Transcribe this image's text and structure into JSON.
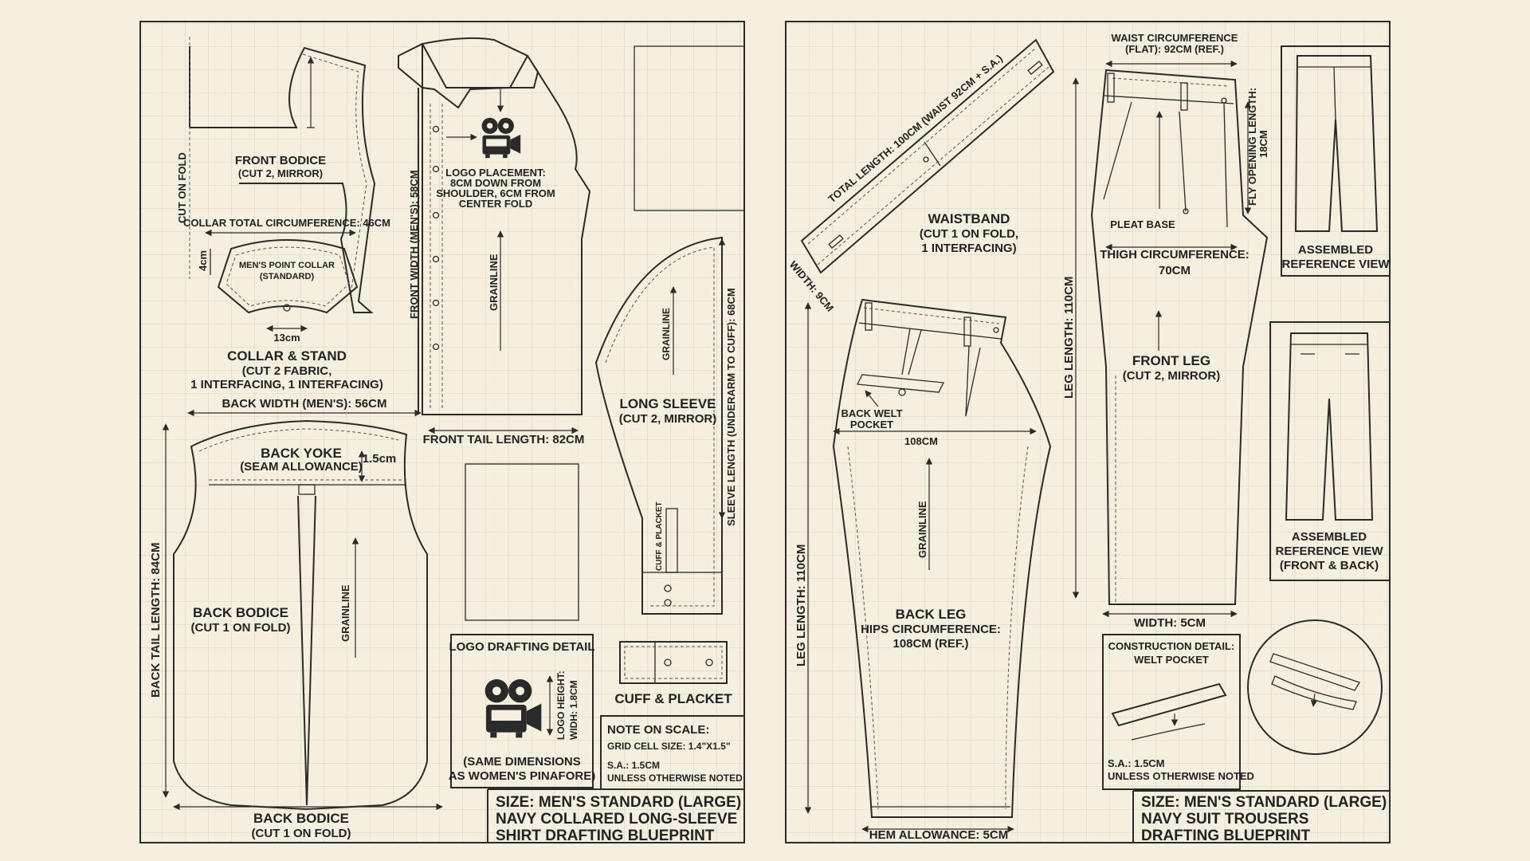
{
  "colors": {
    "paper": "#f4efde",
    "grid": "#d9d3bf",
    "ink": "#2a2a2a"
  },
  "icons": {
    "logo": "film-camera-icon"
  },
  "shirt": {
    "front_bodice": {
      "title": "FRONT BODICE",
      "sub": "(CUT 2, MIRROR)"
    },
    "cut_on_fold": "CUT ON FOLD",
    "collar_circ": "COLLAR TOTAL CIRCUMFERENCE: 46CM",
    "collar_height": "4cm",
    "collar_label_1": "MEN'S POINT COLLAR",
    "collar_label_2": "(STANDARD)",
    "collar_width": "13cm",
    "collar_title": "COLLAR & STAND",
    "collar_sub_1": "(CUT 2 FABRIC,",
    "collar_sub_2": "1 INTERFACING, 1 INTERFACING)",
    "front_width": "FRONT WIDTH (MEN'S): 58CM",
    "logo_placement_1": "LOGO PLACEMENT:",
    "logo_placement_2": "8CM DOWN FROM",
    "logo_placement_3": "SHOULDER, 6CM FROM",
    "logo_placement_4": "CENTER FOLD",
    "grainline": "GRAINLINE",
    "front_tail": "FRONT TAIL LENGTH: 82CM",
    "back_width": "BACK WIDTH (MEN'S): 56CM",
    "back_yoke": {
      "title": "BACK YOKE",
      "sub": "(SEAM ALLOWANCE)",
      "dim": "1.5cm"
    },
    "back_tail": "BACK TAIL LENGTH: 84CM",
    "back_bodice": {
      "title": "BACK BODICE",
      "sub": "(CUT 1 ON FOLD)"
    },
    "back_bodice_bottom": {
      "title": "BACK BODICE",
      "sub": "(CUT 1 ON FOLD)"
    },
    "sleeve": {
      "title": "LONG SLEEVE",
      "sub": "(CUT 2, MIRROR)",
      "length": "SLEEVE LENGTH (UNDERARM TO CUFF): 68CM",
      "placket": "CUFF & PLACKET"
    },
    "cuff_title": "CUFF & PLACKET",
    "logo_detail": {
      "title": "LOGO DRAFTING DETAIL",
      "height": "LOGO HEIGHT:",
      "width": "WIDH: 1.8CM",
      "note_1": "(SAME DIMENSIONS",
      "note_2": "AS WOMEN'S PINAFORE)"
    },
    "scale_note": {
      "title": "NOTE ON SCALE:",
      "grid": "GRID CELL SIZE: 1.4\"X1.5\"",
      "sa": "S.A.: 1.5CM",
      "unless": "UNLESS OTHERWISE NOTED"
    },
    "size_block": {
      "line1": "SIZE: MEN'S STANDARD (LARGE)",
      "line2": "NAVY COLLARED LONG-SLEEVE",
      "line3": "SHIRT DRAFTING BLUEPRINT"
    }
  },
  "trousers": {
    "waistband_total": "TOTAL LENGTH: 100CM (WAIST 92CM + S.A.)",
    "waistband_width": "WIDTH: 9CM",
    "waistband": {
      "title": "WAISTBAND",
      "sub_1": "(CUT 1 ON FOLD,",
      "sub_2": "1 INTERFACING)"
    },
    "waist_circ_1": "WAIST CIRCUMFERENCE",
    "waist_circ_2": "(FLAT): 92CM (REF.)",
    "fly_opening": "FLY OPENING LENGTH:",
    "fly_value": "18CM",
    "pleat_base": "PLEAT BASE",
    "thigh": "THIGH CIRCUMFERENCE:",
    "thigh_value": "70CM",
    "leg_length_mid": "LEG LENGTH: 110CM",
    "front_leg": {
      "title": "FRONT LEG",
      "sub": "(CUT 2, MIRROR)"
    },
    "front_width": "WIDTH: 5CM",
    "back_welt_1": "BACK WELT",
    "back_welt_2": "POCKET",
    "hips_108": "108CM",
    "grainline": "GRAINLINE",
    "back_leg": {
      "title": "BACK LEG",
      "sub_1": "HIPS CIRCUMFERENCE:",
      "sub_2": "108CM (REF.)"
    },
    "leg_length_left": "LEG LENGTH: 110CM",
    "hem": "HEM ALLOWANCE: 5CM",
    "assembled_1": {
      "line1": "ASSEMBLED",
      "line2": "REFERENCE VIEW"
    },
    "assembled_2": {
      "line1": "ASSEMBLED",
      "line2": "REFERENCE VIEW",
      "line3": "(FRONT & BACK)"
    },
    "construction": {
      "title_1": "CONSTRUCTION DETAIL:",
      "title_2": "WELT POCKET",
      "sa": "S.A.: 1.5CM",
      "unless": "UNLESS OTHERWISE NOTED"
    },
    "size_block": {
      "line1": "SIZE: MEN'S STANDARD (LARGE)",
      "line2": "NAVY SUIT TROUSERS",
      "line3": "DRAFTING BLUEPRINT"
    }
  }
}
